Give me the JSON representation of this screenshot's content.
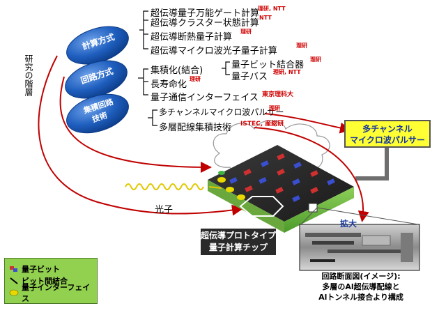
{
  "vertical_label": "研究の階層",
  "ovals": {
    "keisan": "計算方式",
    "kairo": "回路方式",
    "shuseki_line1": "集積回路",
    "shuseki_line2": "技術"
  },
  "keisan_items": [
    {
      "text": "超伝導量子万能ゲート計算",
      "note": "理研, NTT"
    },
    {
      "text": "超伝導クラスター状態計算",
      "note": "NTT"
    },
    {
      "text": "超伝導断熱量子計算",
      "note": "理研"
    },
    {
      "text": "超伝導マイクロ波光子量子計算",
      "note": "理研"
    }
  ],
  "kairo_items": {
    "integration": "集積化(結合)",
    "qubit_coupler": "量子ビット結合器",
    "qubit_coupler_note": "理研",
    "quantum_bus": "量子バス",
    "quantum_bus_note": "理研, NTT",
    "long_life": "長寿命化",
    "long_life_note": "理研",
    "interface": "量子通信インターフェイス",
    "interface_note": "東京理科大"
  },
  "shuseki_items": [
    {
      "text": "多チャンネルマイクロ波パルサー",
      "note": "理研"
    },
    {
      "text": "多層配線集積技術",
      "note": "ISTEC, 産総研"
    }
  ],
  "pulser_box": {
    "line1": "多チャンネル",
    "line2": "マイクロ波パルサー"
  },
  "photon_label": "光子",
  "chip_label": {
    "line1": "超伝導プロトタイプ",
    "line2": "量子計算チップ"
  },
  "zoom_label": "拡大",
  "cross_section_caption": {
    "line1": "回路断面図(イメージ):",
    "line2": "多層のAl超伝導配線と",
    "line3": "Alトンネル接合より構成"
  },
  "legend": [
    {
      "icon": "qubit-icon",
      "label": "量子ビット"
    },
    {
      "icon": "coupling-icon",
      "label": "ビット間結合"
    },
    {
      "icon": "interface-icon",
      "label": "量子インターフェイス"
    }
  ],
  "colors": {
    "oval_blue": "#1f5fbf",
    "pulser_fill": "#ffff33",
    "legend_fill": "#92d050",
    "arrow_red": "#c00000",
    "note_red": "#d00000"
  }
}
